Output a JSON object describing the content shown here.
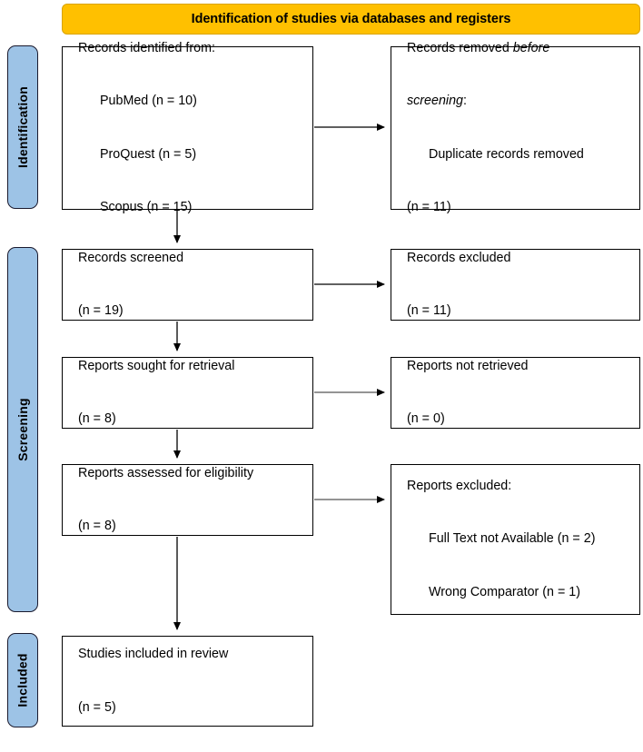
{
  "diagram": {
    "title": "Identification of studies via databases and registers",
    "type": "PRISMA flow diagram",
    "colors": {
      "banner": "#FFC000",
      "stage_tab": "#9DC3E6",
      "box_border": "#000000",
      "text": "#000000",
      "background": "#FFFFFF"
    }
  },
  "banner": {
    "label": "Identification of studies via databases and registers"
  },
  "stages": [
    {
      "id": "identification",
      "label": "Identification"
    },
    {
      "id": "screening",
      "label": "Screening"
    },
    {
      "id": "included",
      "label": "Included"
    }
  ],
  "boxes": {
    "records_identified": {
      "heading": "Records identified from:",
      "items": [
        "PubMed (n = 10)",
        "ProQuest (n = 5)",
        "Scopus (n = 15)"
      ]
    },
    "records_removed": {
      "heading_part1": "Records removed ",
      "heading_em": "before",
      "heading_part2": "screening",
      "heading_part3": ":",
      "item": "Duplicate records removed",
      "count": "(n = 11)"
    },
    "records_screened": {
      "heading": "Records screened",
      "count": "(n = 19)"
    },
    "records_excluded": {
      "heading": "Records excluded",
      "count": "(n = 11)"
    },
    "reports_sought": {
      "heading": "Reports sought for retrieval",
      "count": "(n = 8)"
    },
    "reports_not_retrieved": {
      "heading": "Reports not retrieved",
      "count": "(n = 0)"
    },
    "reports_assessed": {
      "heading": "Reports assessed for eligibility",
      "count": "(n = 8)"
    },
    "reports_excluded": {
      "heading": "Reports excluded:",
      "items": [
        "Full Text not Available (n = 2)",
        "Wrong Comparator (n = 1)"
      ]
    },
    "studies_included": {
      "heading": "Studies included in review",
      "count": "(n = 5)"
    }
  },
  "connectors": [
    {
      "id": "identified-to-removed",
      "direction": "horizontal",
      "from": "records_identified",
      "to": "records_removed"
    },
    {
      "id": "identified-to-screened",
      "direction": "vertical",
      "from": "records_identified",
      "to": "records_screened"
    },
    {
      "id": "screened-to-excluded",
      "direction": "horizontal",
      "from": "records_screened",
      "to": "records_excluded"
    },
    {
      "id": "screened-to-sought",
      "direction": "vertical",
      "from": "records_screened",
      "to": "reports_sought"
    },
    {
      "id": "sought-to-notretrieved",
      "direction": "horizontal",
      "from": "reports_sought",
      "to": "reports_not_retrieved"
    },
    {
      "id": "sought-to-assessed",
      "direction": "vertical",
      "from": "reports_sought",
      "to": "reports_assessed"
    },
    {
      "id": "assessed-to-excluded",
      "direction": "horizontal",
      "from": "reports_assessed",
      "to": "reports_excluded"
    },
    {
      "id": "assessed-to-included",
      "direction": "vertical",
      "from": "reports_assessed",
      "to": "studies_included"
    }
  ]
}
